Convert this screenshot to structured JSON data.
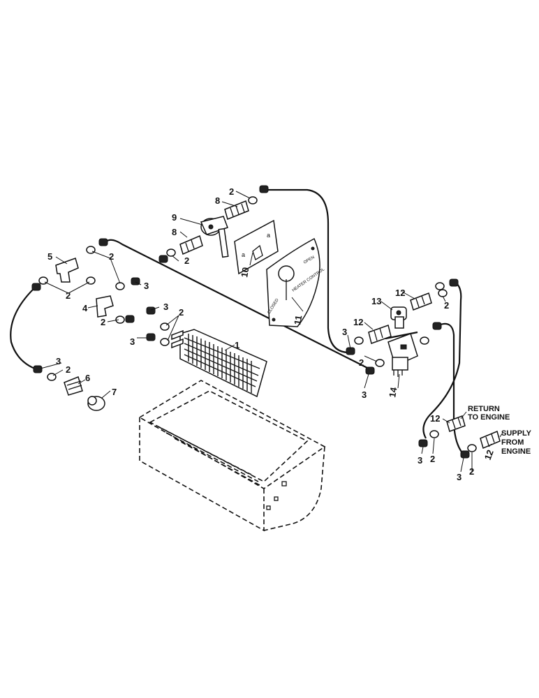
{
  "callouts": {
    "c1": "1",
    "c2": "2",
    "c3": "3",
    "c4": "4",
    "c5": "5",
    "c6": "6",
    "c7": "7",
    "c8": "8",
    "c9": "9",
    "c10": "10",
    "c11": "11",
    "c12": "12",
    "c13": "13",
    "c14": "14"
  },
  "notes": {
    "return_line1": "RETURN",
    "return_line2": "TO ENGINE",
    "supply_line1": "SUPPLY",
    "supply_line2": "FROM",
    "supply_line3": "ENGINE"
  },
  "control_plate": {
    "text_left": "CLOSED",
    "text_mid": "HEATER CONTROL",
    "text_top": "OPEN"
  },
  "colors": {
    "ink": "#111111",
    "paper": "#ffffff"
  }
}
